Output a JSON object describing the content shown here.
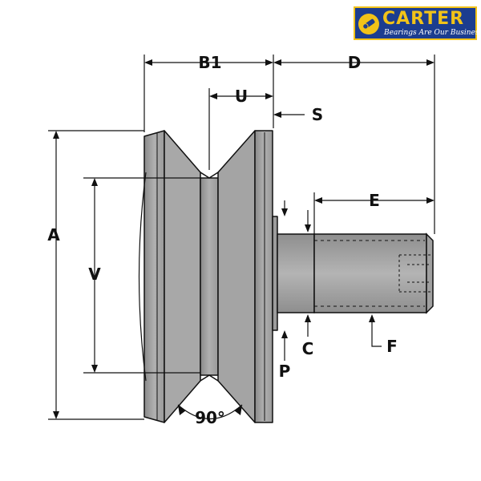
{
  "brand": {
    "name": "CARTER",
    "tagline": "Bearings Are Our Business",
    "colors": {
      "primary": "#1c3d8f",
      "accent": "#f2c318"
    }
  },
  "labels": {
    "b1": "B1",
    "d": "D",
    "u": "U",
    "s": "S",
    "e": "E",
    "a": "A",
    "v": "V",
    "c": "C",
    "f": "F",
    "p": "P",
    "angle": "90°"
  }
}
